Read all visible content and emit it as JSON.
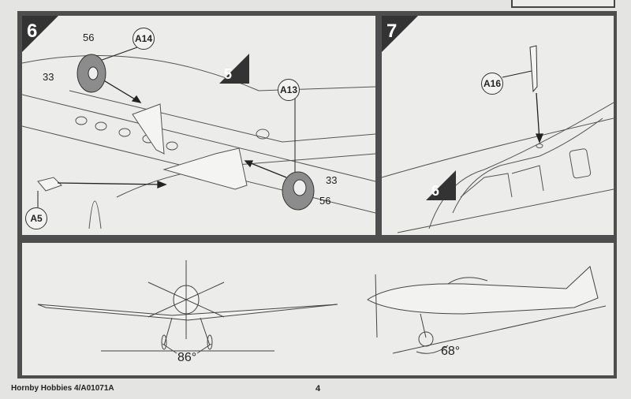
{
  "step6": {
    "number": "6",
    "ref_step": "5",
    "callouts": [
      "A14",
      "A13",
      "A5"
    ],
    "numbers": {
      "wheel1_hub": "56",
      "wheel1_tyre": "33",
      "wheel2_tyre": "33",
      "wheel2_hub": "56"
    }
  },
  "step7": {
    "number": "7",
    "ref_step": "6",
    "callouts": [
      "A16"
    ]
  },
  "views": {
    "front_angle": "86°",
    "side_angle": "68°"
  },
  "footer": {
    "publisher": "Hornby Hobbies 4/A01071A",
    "page": "4"
  }
}
